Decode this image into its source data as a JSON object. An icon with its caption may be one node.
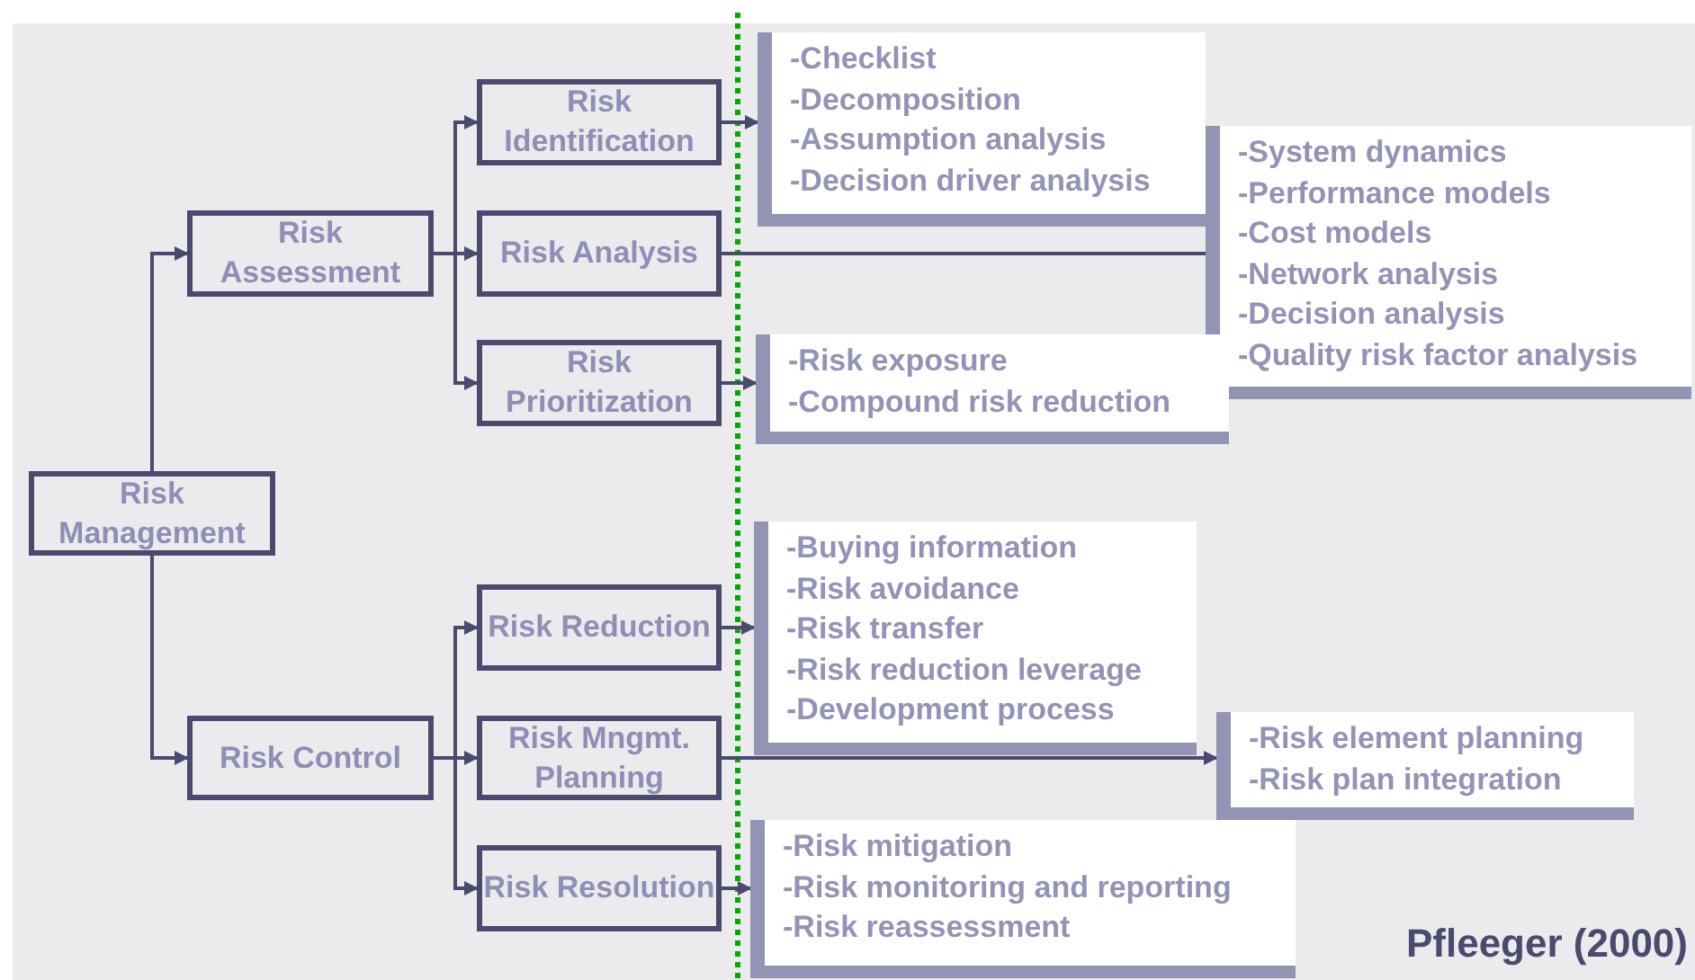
{
  "diagram": {
    "nodes": [
      {
        "text": [
          "Risk Management"
        ]
      },
      {
        "text": [
          "Risk Assessment"
        ]
      },
      {
        "text": [
          "Risk Identification"
        ]
      },
      {
        "text": [
          "Risk Analysis"
        ]
      },
      {
        "text": [
          "Risk Prioritization"
        ]
      },
      {
        "text": [
          "-Checklist",
          "-Decomposition",
          "-Assumption analysis",
          "-Decision driver analysis"
        ]
      },
      {
        "text": [
          "-System dynamics",
          "-Performance models",
          "-Cost models",
          "-Network analysis",
          "-Decision analysis",
          "-Quality risk factor analysis"
        ]
      },
      {
        "text": [
          "-Risk exposure",
          "-Compound risk reduction"
        ]
      },
      {
        "text": [
          "Risk Control"
        ]
      },
      {
        "text": [
          "Risk Reduction"
        ]
      },
      {
        "text": [
          "Risk Mngmt. Planning"
        ]
      },
      {
        "text": [
          "Risk Resolution"
        ]
      },
      {
        "text": [
          "-Buying information",
          "-Risk avoidance",
          "-Risk transfer",
          "-Risk reduction leverage",
          "-Development process"
        ]
      },
      {
        "text": [
          "-Risk element planning",
          "-Risk plan integration"
        ]
      },
      {
        "text": [
          "-Risk mitigation",
          "-Risk monitoring and reporting",
          "-Risk reassessment"
        ]
      }
    ],
    "edges": [
      {
        "from": 0,
        "to": 1,
        "arrow": "to"
      },
      {
        "from": 0,
        "to": 8,
        "arrow": "to"
      },
      {
        "from": 1,
        "to": 2,
        "arrow": "to"
      },
      {
        "from": 1,
        "to": 3,
        "arrow": "to"
      },
      {
        "from": 1,
        "to": 4,
        "arrow": "to"
      },
      {
        "from": 2,
        "to": 5,
        "arrow": "to"
      },
      {
        "from": 3,
        "to": 6,
        "arrow": "none"
      },
      {
        "from": 4,
        "to": 7,
        "arrow": "to"
      },
      {
        "from": 8,
        "to": 9,
        "arrow": "to"
      },
      {
        "from": 8,
        "to": 10,
        "arrow": "to"
      },
      {
        "from": 8,
        "to": 11,
        "arrow": "to"
      },
      {
        "from": 9,
        "to": 12,
        "arrow": "to"
      },
      {
        "from": 10,
        "to": 13,
        "arrow": "to"
      },
      {
        "from": 11,
        "to": 14,
        "arrow": "to"
      }
    ],
    "labels": [
      "Pfleeger (2000)"
    ]
  }
}
